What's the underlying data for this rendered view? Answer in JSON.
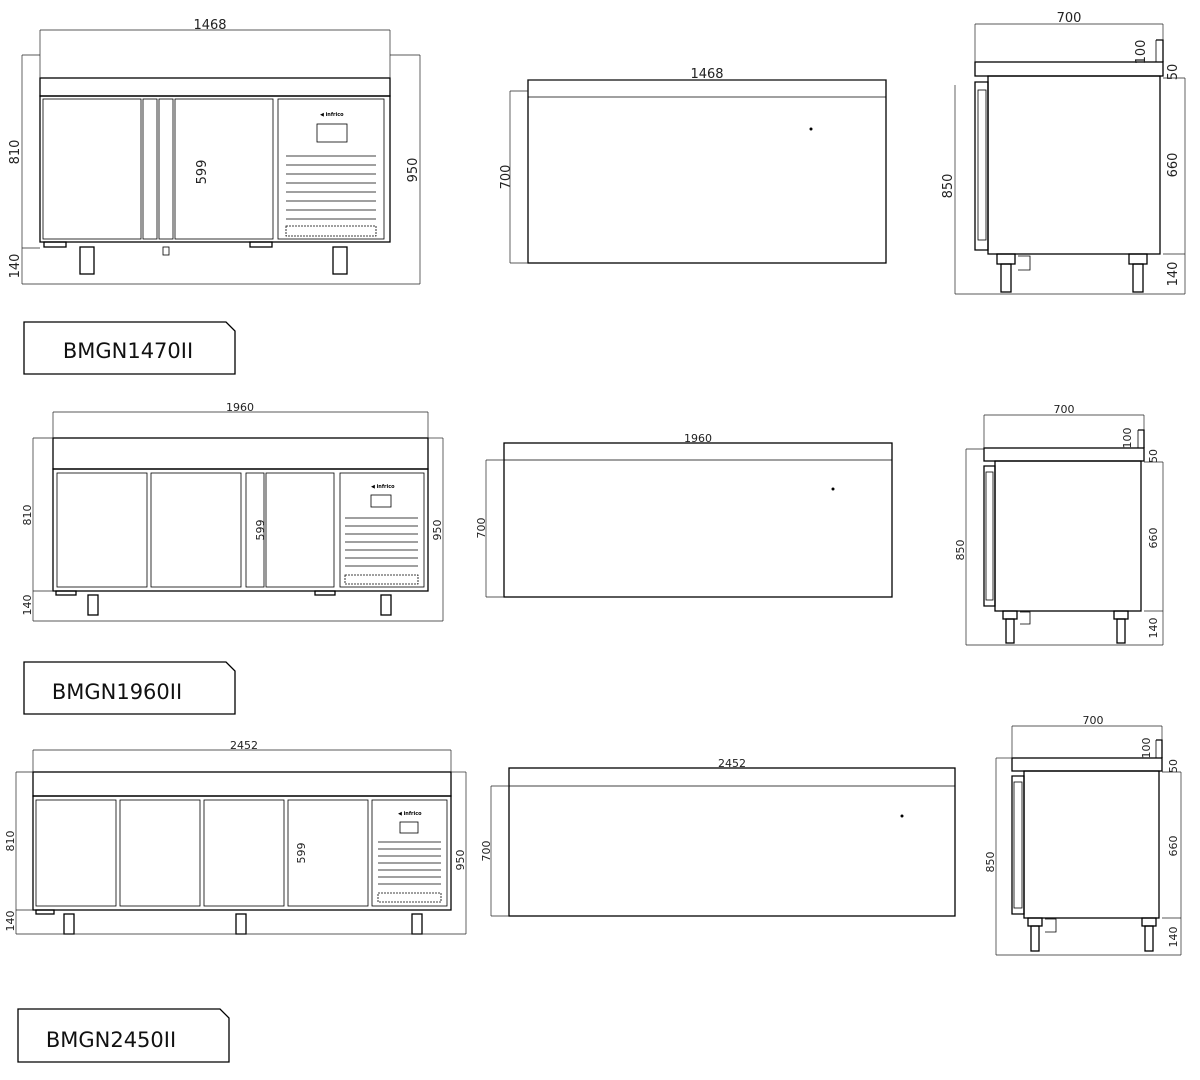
{
  "models": [
    {
      "model": "BMGN1470II",
      "front": {
        "width": "1468",
        "body_height": "810",
        "leg_height": "140",
        "total_height": "950",
        "drawer_height": "599"
      },
      "top": {
        "width": "1468",
        "depth": "700"
      },
      "side": {
        "depth": "700",
        "upstand": "100",
        "worktop": "50",
        "body_height": "850",
        "inner_height": "660",
        "leg_height": "140"
      }
    },
    {
      "model": "BMGN1960II",
      "front": {
        "width": "1960",
        "body_height": "810",
        "leg_height": "140",
        "total_height": "950",
        "drawer_height": "599"
      },
      "top": {
        "width": "1960",
        "depth": "700"
      },
      "side": {
        "depth": "700",
        "upstand": "100",
        "worktop": "50",
        "body_height": "850",
        "inner_height": "660",
        "leg_height": "140"
      }
    },
    {
      "model": "BMGN2450II",
      "front": {
        "width": "2452",
        "body_height": "810",
        "leg_height": "140",
        "total_height": "950",
        "drawer_height": "599"
      },
      "top": {
        "width": "2452",
        "depth": "700"
      },
      "side": {
        "depth": "700",
        "upstand": "100",
        "worktop": "50",
        "body_height": "850",
        "inner_height": "660",
        "leg_height": "140"
      }
    }
  ]
}
